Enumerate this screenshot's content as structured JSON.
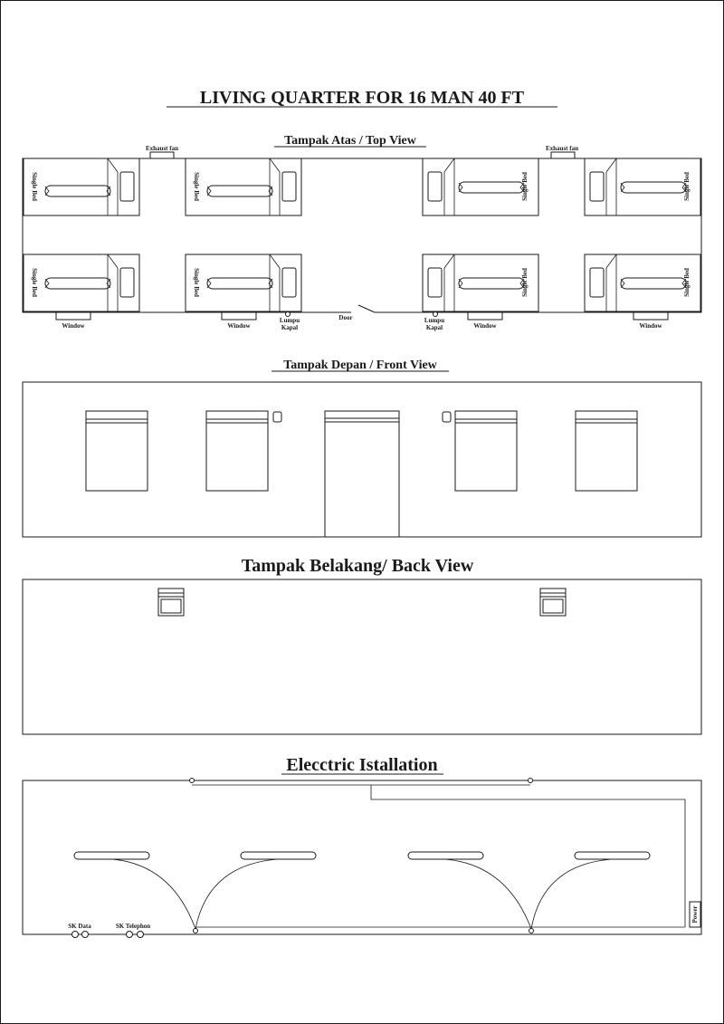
{
  "title": "LIVING QUARTER FOR 16 MAN 40 FT",
  "top_view": {
    "heading": "Tampak Atas / Top View",
    "exhaust_fan_label": "Exhaust fan",
    "bed_label": "Single Bed",
    "window_label": "Window",
    "lamp_label_line1": "Lumpu",
    "lamp_label_line2": "Kapal",
    "door_label": "Door"
  },
  "front_view": {
    "heading": "Tampak Depan / Front View"
  },
  "back_view": {
    "heading": "Tampak Belakang/ Back View"
  },
  "electric": {
    "heading": "Elecctric Istallation",
    "sk_data_label": "SK Data",
    "sk_telephone_label": "SK Telephon",
    "power_label": "Power"
  }
}
